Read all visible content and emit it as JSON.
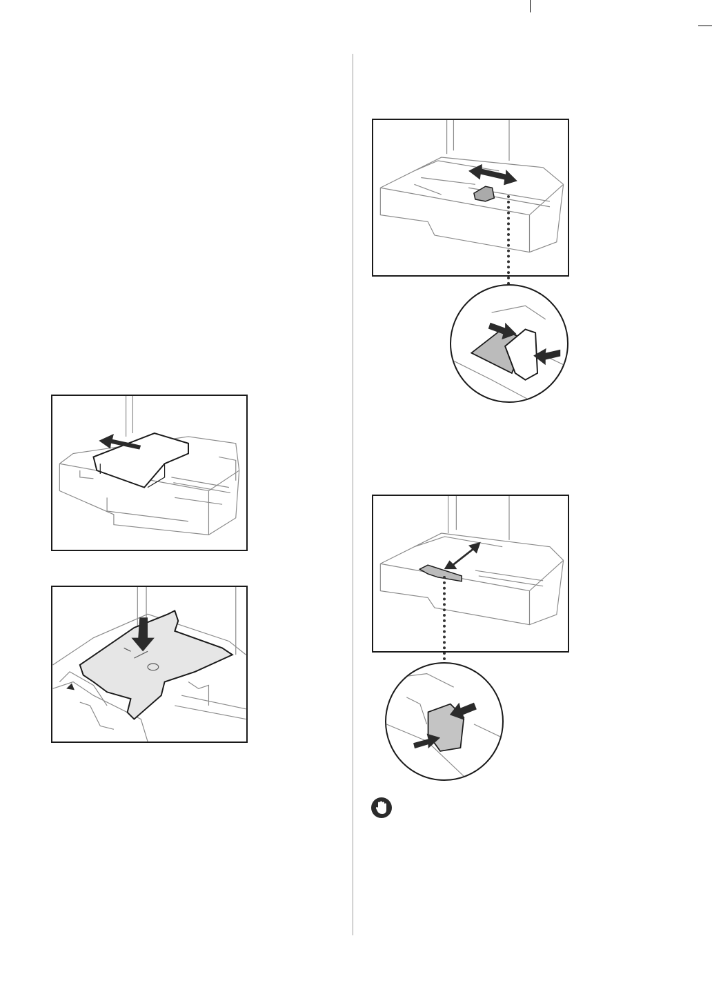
{
  "page": {
    "title": "",
    "figures": [
      {
        "id": "fig-insert-paper",
        "icon": "arrow-left-icon"
      },
      {
        "id": "fig-press-plate",
        "icon": "arrow-down-icon"
      },
      {
        "id": "fig-slide-guide",
        "icon": "double-arrow-icon"
      },
      {
        "id": "fig-guide-zoom",
        "icon": "squeeze-arrows-icon"
      },
      {
        "id": "fig-end-guide",
        "icon": "double-arrow-icon"
      },
      {
        "id": "fig-end-guide-zoom",
        "icon": "squeeze-arrows-icon"
      }
    ],
    "important_icon": "important-hand-icon",
    "colors": {
      "line": "#1a1a1a",
      "gray": "#8a8a8a",
      "dark": "#333333"
    }
  }
}
